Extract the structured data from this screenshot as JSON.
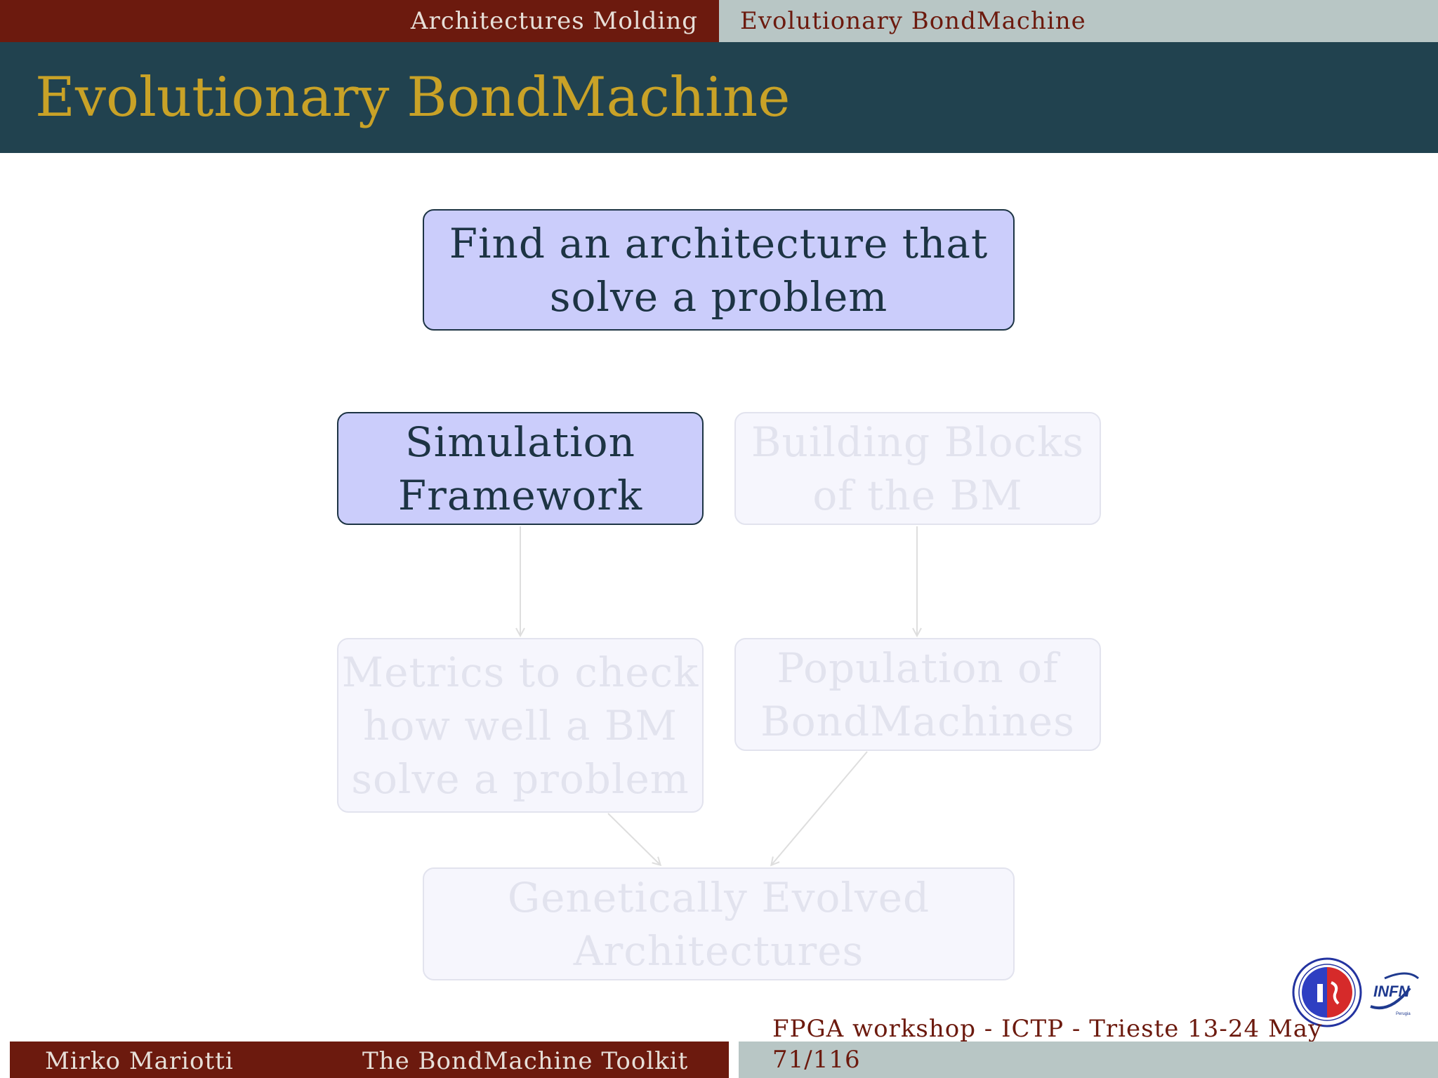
{
  "header": {
    "section": "Architectures Molding",
    "subsection": "Evolutionary BondMachine"
  },
  "slide": {
    "title": "Evolutionary BondMachine"
  },
  "diagram": {
    "nodes": [
      {
        "id": "goal",
        "line1": "Find an architecture that",
        "line2": "solve a problem",
        "line3": ""
      },
      {
        "id": "sim",
        "line1": "Simulation",
        "line2": "Framework",
        "line3": ""
      },
      {
        "id": "blocks",
        "line1": "Building Blocks",
        "line2": "of the BM",
        "line3": ""
      },
      {
        "id": "metrics",
        "line1": "Metrics to check",
        "line2": "how well a BM",
        "line3": "solve a problem"
      },
      {
        "id": "population",
        "line1": "Population of",
        "line2": "BondMachines",
        "line3": ""
      },
      {
        "id": "genetic",
        "line1": "Genetically Evolved",
        "line2": "Architectures",
        "line3": ""
      }
    ],
    "highlighted": [
      "goal",
      "sim"
    ],
    "colors": {
      "active_fill": "#cbcdfb",
      "active_border": "#1d3444",
      "faded_fill": "#f6f6fd",
      "faded_border": "#e2e3ee"
    }
  },
  "footer": {
    "author": "Mirko Mariotti",
    "talk": "The BondMachine Toolkit",
    "event": "FPGA workshop - ICTP - Trieste 13-24 May",
    "page": "71/116"
  },
  "logos": {
    "seal": "university-seal-logo",
    "infn": "INFN",
    "infn_sub": "Perugia"
  }
}
